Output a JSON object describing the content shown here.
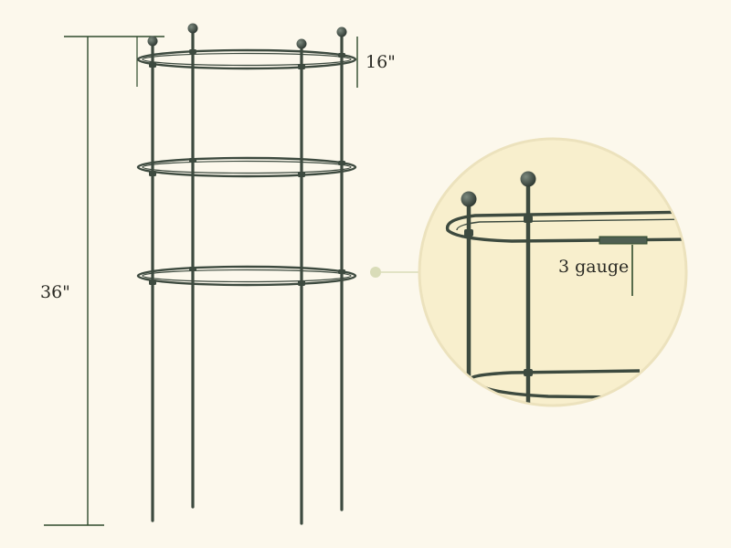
{
  "dimensions": {
    "total_height": "36\"",
    "ring_spacing": "16\""
  },
  "callout": {
    "wire_gauge": "3 gauge"
  },
  "colors": {
    "background": "#fcf8ec",
    "wire": "#3d4a3f",
    "dimension_line": "#2f4a2c",
    "callout_fill": "#f8efcd",
    "callout_stroke": "#ece2bd",
    "connector": "#d9dcb8"
  }
}
